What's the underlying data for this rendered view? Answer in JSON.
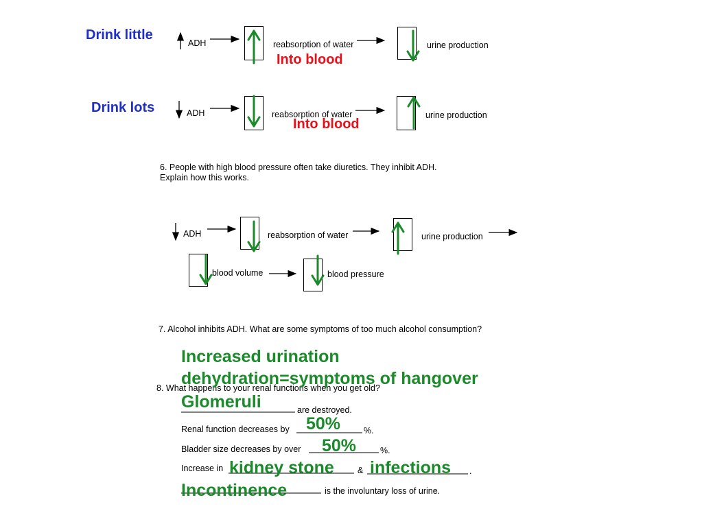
{
  "diagram1": {
    "side_label": "Drink little",
    "adh_label": "ADH",
    "reabsorption_label": "reabsorption of water",
    "into_blood_label": "Into blood",
    "urine_label": "urine production"
  },
  "diagram2": {
    "side_label": "Drink lots",
    "adh_label": "ADH",
    "reabsorption_label": "reabsorption of water",
    "into_blood_label": "Into blood",
    "urine_label": "urine production"
  },
  "question6": {
    "line1": "6.  People with high blood pressure often take diuretics.  They inhibit ADH.",
    "line2": "Explain how this works."
  },
  "diagram3": {
    "adh_label": "ADH",
    "reabsorption_label": "reabsorption of water",
    "urine_label": "urine production",
    "blood_volume_label": "blood volume",
    "blood_pressure_label": "blood pressure"
  },
  "question7": {
    "text": "7.  Alcohol inhibits ADH.  What are some symptoms of too much alcohol consumption?",
    "answer_line1": "Increased urination",
    "answer_line2": "dehydration=symptoms of hangover"
  },
  "question8": {
    "text": "8.  What happens to your renal functions when you get old?",
    "glomeruli_suffix": "are destroyed.",
    "renal_prefix": "Renal function decreases by",
    "percent_sign_1": "%.",
    "bladder_prefix": "Bladder size decreases by over",
    "percent_sign_2": "%.",
    "increase_prefix": "Increase in",
    "ampersand": "&",
    "period": ".",
    "incontinence_suffix": "is the involuntary loss of urine.",
    "answer_glomeruli": "Glomeruli",
    "answer_renal": "50%",
    "answer_bladder": "50%",
    "answer_kidney": "kidney stone",
    "answer_infections": "infections",
    "answer_incontinence": "Incontinence"
  },
  "colors": {
    "handwritten_arrow": "#1b8a2a",
    "side_label": "#1f2ec8",
    "into_blood": "#e8101a"
  }
}
